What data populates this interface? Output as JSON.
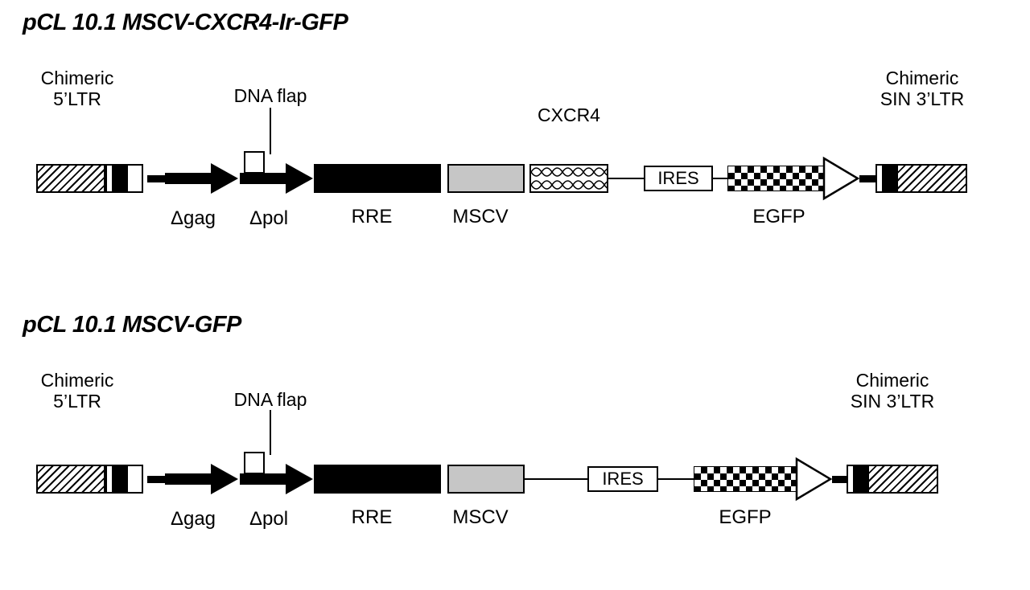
{
  "page": {
    "background": "#ffffff"
  },
  "colors": {
    "ink": "#000000",
    "mscv_fill": "#c6c6c6",
    "pattern_ink": "#000000"
  },
  "diagrams": [
    {
      "title": "pCL 10.1 MSCV-CXCR4-Ir-GFP",
      "labels": {
        "chimeric5_line1": "Chimeric",
        "chimeric5_line2": "5’LTR",
        "dna_flap": "DNA flap",
        "cxcr4": "CXCR4",
        "chimeric3_line1": "Chimeric",
        "chimeric3_line2": "SIN 3’LTR",
        "gag": "Δgag",
        "pol": "Δpol",
        "rre": "RRE",
        "mscv": "MSCV",
        "ires": "IRES",
        "egfp": "EGFP"
      }
    },
    {
      "title": "pCL 10.1 MSCV-GFP",
      "labels": {
        "chimeric5_line1": "Chimeric",
        "chimeric5_line2": "5’LTR",
        "dna_flap": "DNA flap",
        "chimeric3_line1": "Chimeric",
        "chimeric3_line2": "SIN 3’LTR",
        "gag": "Δgag",
        "pol": "Δpol",
        "rre": "RRE",
        "mscv": "MSCV",
        "ires": "IRES",
        "egfp": "EGFP"
      }
    }
  ]
}
